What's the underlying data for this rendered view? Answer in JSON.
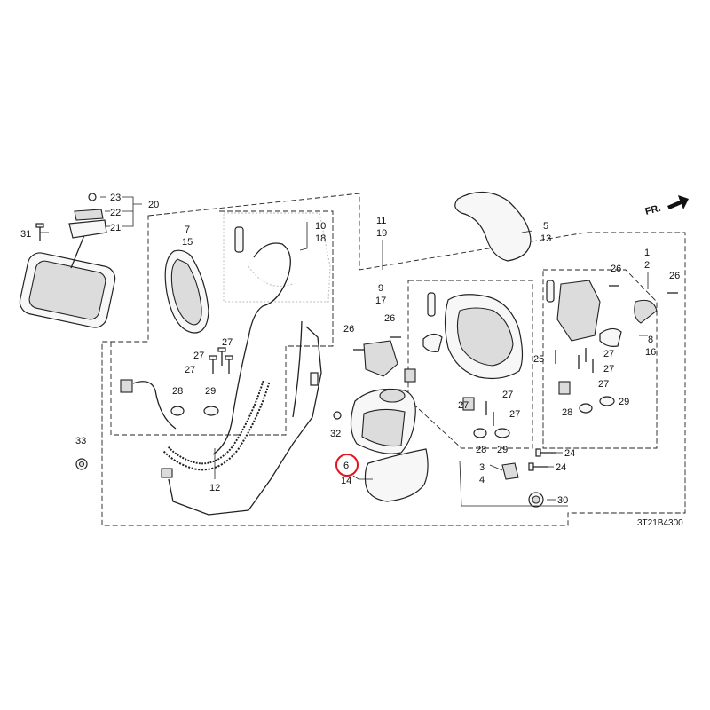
{
  "diagram": {
    "reference_code": "3T21B4300",
    "direction_label": "FR.",
    "highlighted_part": "6",
    "callouts": {
      "c1": "1",
      "c2": "2",
      "c3": "3",
      "c4": "4",
      "c5": "5",
      "c6": "6",
      "c7": "7",
      "c8": "8",
      "c9": "9",
      "c10": "10",
      "c11": "11",
      "c12": "12",
      "c13": "13",
      "c14": "14",
      "c15": "15",
      "c16": "16",
      "c17": "17",
      "c18": "18",
      "c19": "19",
      "c20": "20",
      "c21": "21",
      "c22": "22",
      "c23": "23",
      "c24": "24",
      "c25": "25",
      "c26": "26",
      "c27": "27",
      "c28": "28",
      "c29": "29",
      "c30": "30",
      "c31": "31",
      "c32": "32",
      "c33": "33"
    }
  }
}
